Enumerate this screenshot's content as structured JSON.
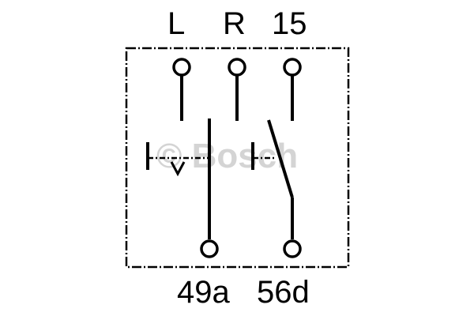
{
  "terminals": {
    "top": [
      "L",
      "R",
      "15"
    ],
    "bottom": [
      "49a",
      "56d"
    ]
  },
  "watermark": "© Bosch",
  "colors": {
    "line": "#000000",
    "watermark": "#d4d4d4",
    "background": "#ffffff"
  }
}
